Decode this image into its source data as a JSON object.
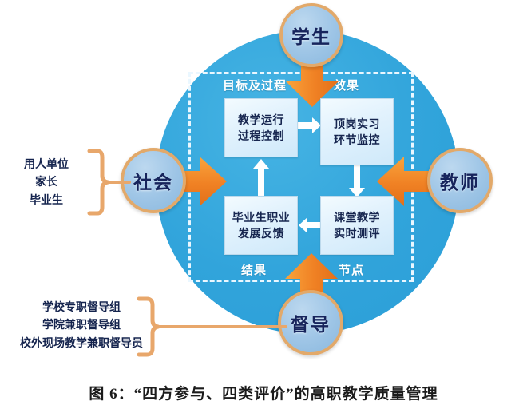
{
  "figure": {
    "caption": "图 6：“四方参与、四类评价”的高职教学质量管理"
  },
  "center_circle": {
    "fill_color": "#31a4db"
  },
  "dashed_container": {
    "border_color": "#eaf7ff",
    "section_labels": {
      "top_left": "目标及过程",
      "top_right": "效果",
      "bottom_left": "结果",
      "bottom_right": "节点"
    }
  },
  "process_boxes": [
    {
      "id": "top-left",
      "line1": "教学运行",
      "line2": "过程控制"
    },
    {
      "id": "top-right",
      "line1": "顶岗实习",
      "line2": "环节监控"
    },
    {
      "id": "bottom-left",
      "line1": "毕业生职业",
      "line2": "发展反馈"
    },
    {
      "id": "bottom-right",
      "line1": "课堂教学",
      "line2": "实时测评"
    }
  ],
  "stakeholders": [
    {
      "id": "student",
      "label": "学生",
      "position": "top"
    },
    {
      "id": "society",
      "label": "社会",
      "position": "left"
    },
    {
      "id": "teacher",
      "label": "教师",
      "position": "right"
    },
    {
      "id": "supervisor",
      "label": "督导",
      "position": "bottom"
    }
  ],
  "side_groups": {
    "society_members": [
      "用人单位",
      "家长",
      "毕业生"
    ],
    "supervisor_members": [
      "学校专职督导组",
      "学院兼职督导组",
      "校外现场教学兼职督导员"
    ]
  },
  "colors": {
    "circle_blue": "#31a4db",
    "arrow_orange": "#f08124",
    "brace_orange": "#e8a76b",
    "node_circle_blue": "#9ec5e6",
    "box_blue": "#dff0fb",
    "text_navy": "#16254f"
  }
}
